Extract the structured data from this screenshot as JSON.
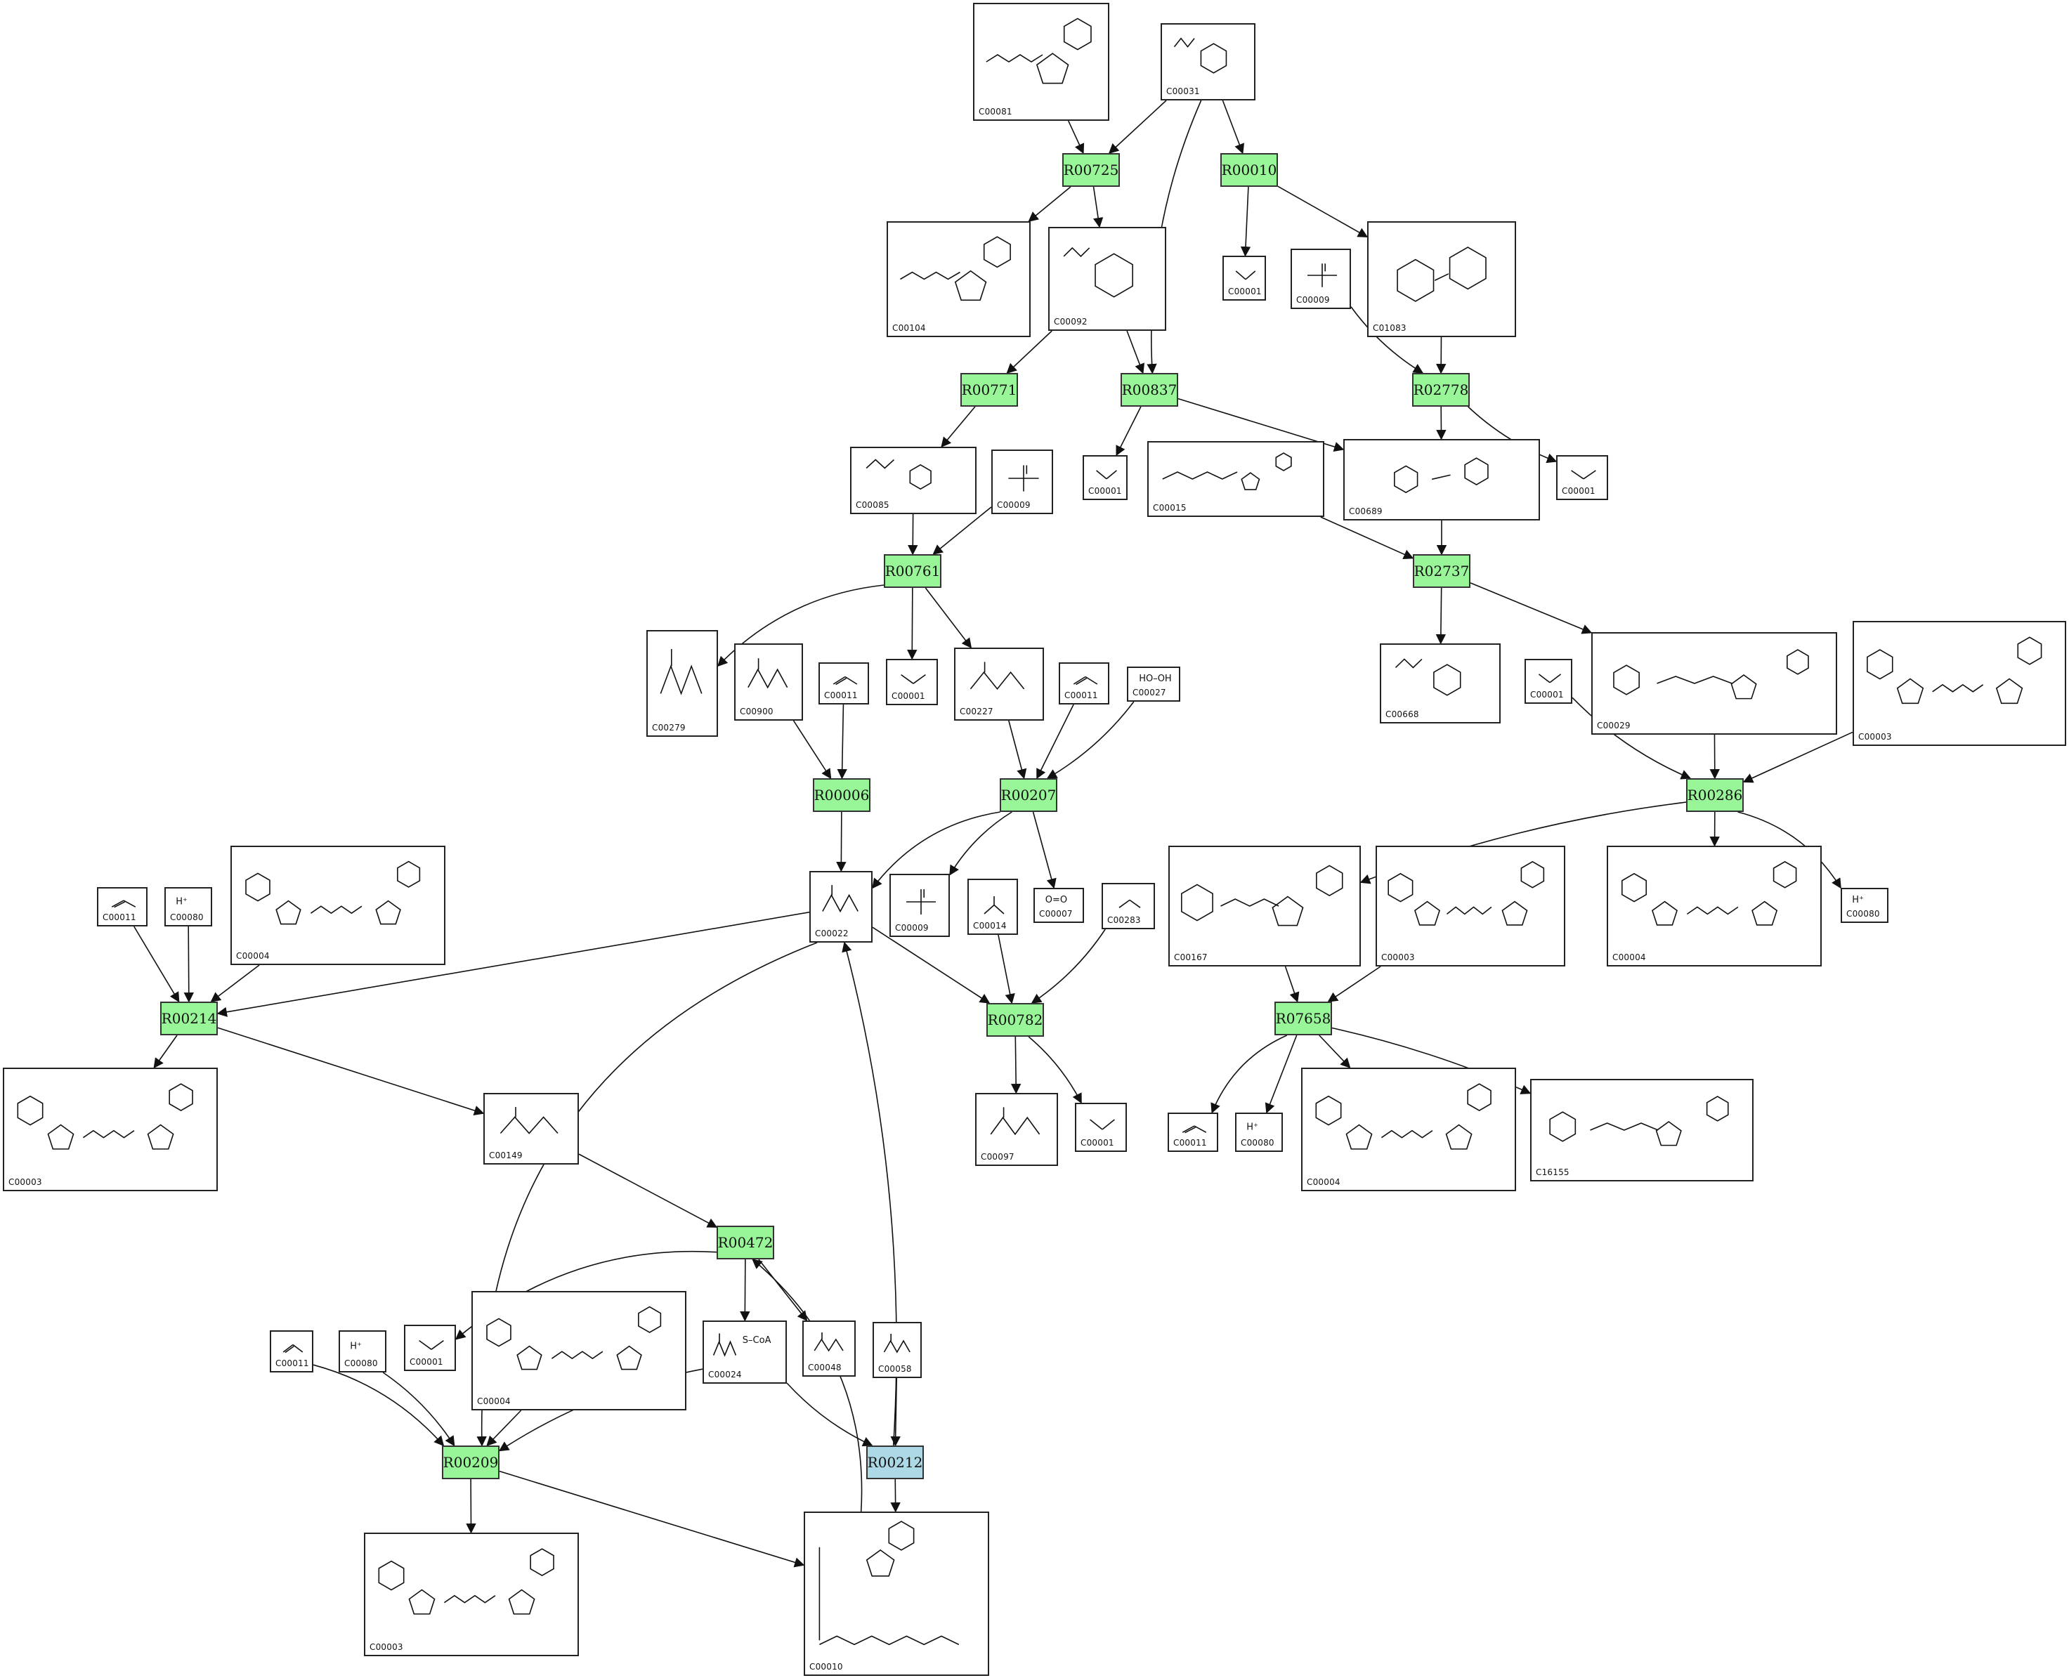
{
  "colors": {
    "reaction_fill": "#98f698",
    "reaction_fill_alt": "#add8e6",
    "edge": "#111111",
    "border": "#222222"
  },
  "reactions": [
    {
      "key": "R00725",
      "label": "R00725",
      "color": "#98f698"
    },
    {
      "key": "R00010",
      "label": "R00010",
      "color": "#98f698"
    },
    {
      "key": "R00771",
      "label": "R00771",
      "color": "#98f698"
    },
    {
      "key": "R00837",
      "label": "R00837",
      "color": "#98f698"
    },
    {
      "key": "R02778",
      "label": "R02778",
      "color": "#98f698"
    },
    {
      "key": "R00761",
      "label": "R00761",
      "color": "#98f698"
    },
    {
      "key": "R02737",
      "label": "R02737",
      "color": "#98f698"
    },
    {
      "key": "R00006",
      "label": "R00006",
      "color": "#98f698"
    },
    {
      "key": "R00207",
      "label": "R00207",
      "color": "#98f698"
    },
    {
      "key": "R00286",
      "label": "R00286",
      "color": "#98f698"
    },
    {
      "key": "R00214",
      "label": "R00214",
      "color": "#98f698"
    },
    {
      "key": "R00782",
      "label": "R00782",
      "color": "#98f698"
    },
    {
      "key": "R07658",
      "label": "R07658",
      "color": "#98f698"
    },
    {
      "key": "R00472",
      "label": "R00472",
      "color": "#98f698"
    },
    {
      "key": "R00209",
      "label": "R00209",
      "color": "#98f698"
    },
    {
      "key": "R00212",
      "label": "R00212",
      "color": "#add8e6"
    }
  ],
  "compounds": [
    {
      "key": "c00081",
      "id": "C00081",
      "kind": "nucleotide_tri"
    },
    {
      "key": "c00031",
      "id": "C00031",
      "kind": "sugar"
    },
    {
      "key": "c00104",
      "id": "C00104",
      "kind": "nucleotide_di"
    },
    {
      "key": "c00092",
      "id": "C00092",
      "kind": "sugar_p"
    },
    {
      "key": "c00001a",
      "id": "C00001",
      "kind": "water"
    },
    {
      "key": "c00009a",
      "id": "C00009",
      "kind": "phosphate"
    },
    {
      "key": "c01083",
      "id": "C01083",
      "kind": "disaccharide"
    },
    {
      "key": "c00085",
      "id": "C00085",
      "kind": "sugar_p"
    },
    {
      "key": "c00009b",
      "id": "C00009",
      "kind": "phosphate"
    },
    {
      "key": "c00001b",
      "id": "C00001",
      "kind": "water"
    },
    {
      "key": "c00015",
      "id": "C00015",
      "kind": "nucleotide_di"
    },
    {
      "key": "c00689",
      "id": "C00689",
      "kind": "disaccharide"
    },
    {
      "key": "c00001c",
      "id": "C00001",
      "kind": "water"
    },
    {
      "key": "c00279",
      "id": "C00279",
      "kind": "chain"
    },
    {
      "key": "c00900",
      "id": "C00900",
      "kind": "chain"
    },
    {
      "key": "c00011a",
      "id": "C00011",
      "kind": "co2"
    },
    {
      "key": "c00001d",
      "id": "C00001",
      "kind": "water"
    },
    {
      "key": "c00227",
      "id": "C00227",
      "kind": "chain"
    },
    {
      "key": "c00011b",
      "id": "C00011",
      "kind": "co2"
    },
    {
      "key": "c00027",
      "id": "C00027",
      "kind": "peroxide",
      "formula": "HO–OH"
    },
    {
      "key": "c00668",
      "id": "C00668",
      "kind": "sugar_p"
    },
    {
      "key": "c00001e",
      "id": "C00001",
      "kind": "water"
    },
    {
      "key": "c00029",
      "id": "C00029",
      "kind": "nucleotide_sugar"
    },
    {
      "key": "c00003a",
      "id": "C00003",
      "kind": "nad"
    },
    {
      "key": "c00011c",
      "id": "C00011",
      "kind": "co2"
    },
    {
      "key": "c00080a",
      "id": "C00080",
      "kind": "proton",
      "formula": "H⁺"
    },
    {
      "key": "c00004a",
      "id": "C00004",
      "kind": "nad"
    },
    {
      "key": "c00022",
      "id": "C00022",
      "kind": "chain"
    },
    {
      "key": "c00009c",
      "id": "C00009",
      "kind": "phosphate"
    },
    {
      "key": "c00014",
      "id": "C00014",
      "kind": "ammonia"
    },
    {
      "key": "c00007",
      "id": "C00007",
      "kind": "oxygen",
      "formula": "O=O"
    },
    {
      "key": "c00283",
      "id": "C00283",
      "kind": "h2s"
    },
    {
      "key": "c00167",
      "id": "C00167",
      "kind": "nucleotide_sugar"
    },
    {
      "key": "c00003b",
      "id": "C00003",
      "kind": "nad"
    },
    {
      "key": "c00004b",
      "id": "C00004",
      "kind": "nad"
    },
    {
      "key": "c00080b",
      "id": "C00080",
      "kind": "proton",
      "formula": "H⁺"
    },
    {
      "key": "c00003c",
      "id": "C00003",
      "kind": "nad"
    },
    {
      "key": "c00149",
      "id": "C00149",
      "kind": "chain"
    },
    {
      "key": "c00097",
      "id": "C00097",
      "kind": "chain"
    },
    {
      "key": "c00001f",
      "id": "C00001",
      "kind": "water"
    },
    {
      "key": "c00011d",
      "id": "C00011",
      "kind": "co2"
    },
    {
      "key": "c00080c",
      "id": "C00080",
      "kind": "proton",
      "formula": "H⁺"
    },
    {
      "key": "c00004c",
      "id": "C00004",
      "kind": "nad"
    },
    {
      "key": "c16155",
      "id": "C16155",
      "kind": "nucleotide_sugar"
    },
    {
      "key": "c00001g",
      "id": "C00001",
      "kind": "water"
    },
    {
      "key": "c00024",
      "id": "C00024",
      "kind": "acetylcoa",
      "formula": "S–CoA"
    },
    {
      "key": "c00048",
      "id": "C00048",
      "kind": "chain"
    },
    {
      "key": "c00058",
      "id": "C00058",
      "kind": "chain"
    },
    {
      "key": "c00011e",
      "id": "C00011",
      "kind": "co2"
    },
    {
      "key": "c00080d",
      "id": "C00080",
      "kind": "proton",
      "formula": "H⁺"
    },
    {
      "key": "c00004d",
      "id": "C00004",
      "kind": "nad"
    },
    {
      "key": "c00003d",
      "id": "C00003",
      "kind": "nad"
    },
    {
      "key": "c00010",
      "id": "C00010",
      "kind": "coa"
    }
  ]
}
